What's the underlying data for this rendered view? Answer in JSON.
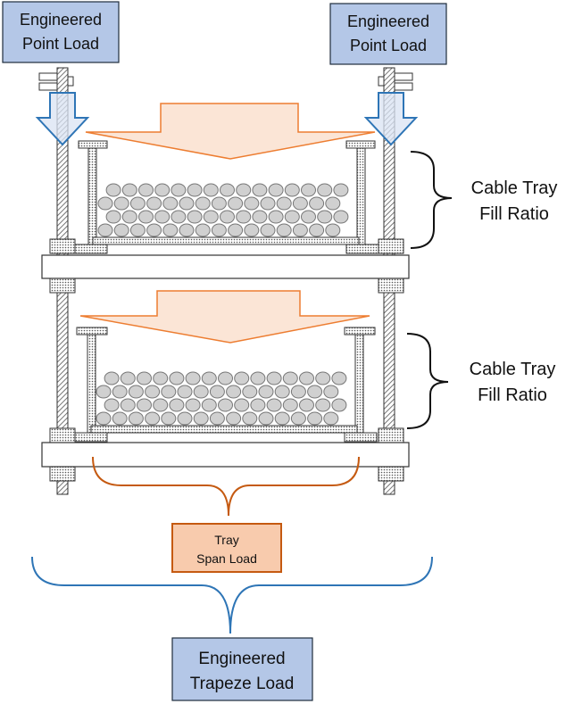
{
  "labels": {
    "point_load_left": [
      "Engineered",
      "Point Load"
    ],
    "point_load_right": [
      "Engineered",
      "Point Load"
    ],
    "fill_ratio_upper": [
      "Cable Tray",
      "Fill Ratio"
    ],
    "fill_ratio_lower": [
      "Cable Tray",
      "Fill Ratio"
    ],
    "tray_span_load": [
      "Tray",
      "Span Load"
    ],
    "trapeze_load": [
      "Engineered",
      "Trapeze Load"
    ]
  },
  "colors": {
    "label_box_blue": "#b4c7e7",
    "label_box_blue_border": "#1f2d3d",
    "tray_span_box": "#f8cbad",
    "tray_span_border": "#c55a11",
    "orange_arrow_fill": "#fbe5d6",
    "orange_arrow_stroke": "#ed7d31",
    "blue_arrow_stroke": "#2e75b6",
    "trapeze_brace": "#2e75b6",
    "tray_brace": "#c55a11",
    "cable_fill": "#d0d0d0",
    "cable_stroke": "#777777"
  }
}
